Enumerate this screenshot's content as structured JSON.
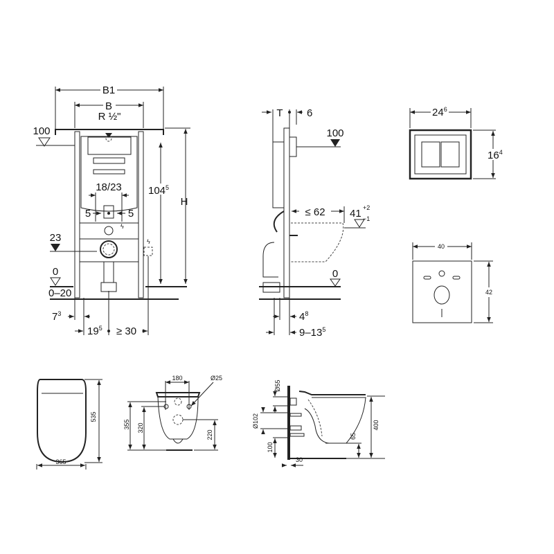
{
  "frame_front": {
    "b1": "B1",
    "b": "B",
    "r": "R ½\"",
    "level_100": "100",
    "h": "H",
    "d104": "104",
    "d104_sup": "5",
    "d18_23": "18/23",
    "d5_left": "5",
    "d5_right": "5",
    "level_23": "23",
    "level_0": "0",
    "d0_20": "0–20",
    "d7": "7",
    "d7_sup": "3",
    "d19": "19",
    "d19_sup": "5",
    "d30": "≥ 30"
  },
  "frame_side": {
    "t": "T",
    "d6": "6",
    "level_100": "100",
    "d62": "≤ 62",
    "d41": "41",
    "d41_plus": "+2",
    "d41_minus": "−1",
    "level_0": "0",
    "d4": "4",
    "d4_sup": "8",
    "d9_13": "9–13",
    "d9_13_sup": "5"
  },
  "flush_plate": {
    "width": "24",
    "width_sup": "6",
    "height": "16",
    "height_sup": "4"
  },
  "sound_panel": {
    "width": "40",
    "height": "42"
  },
  "seat_top": {
    "length": "535",
    "width": "365"
  },
  "bowl_front": {
    "holes": "180",
    "dia": "Ø25",
    "h355": "355",
    "h320": "320",
    "h220": "220"
  },
  "bowl_side": {
    "d55": "Ø55",
    "d102": "Ø102",
    "h100": "100",
    "h400": "400",
    "h65": "65",
    "d30": "30"
  }
}
